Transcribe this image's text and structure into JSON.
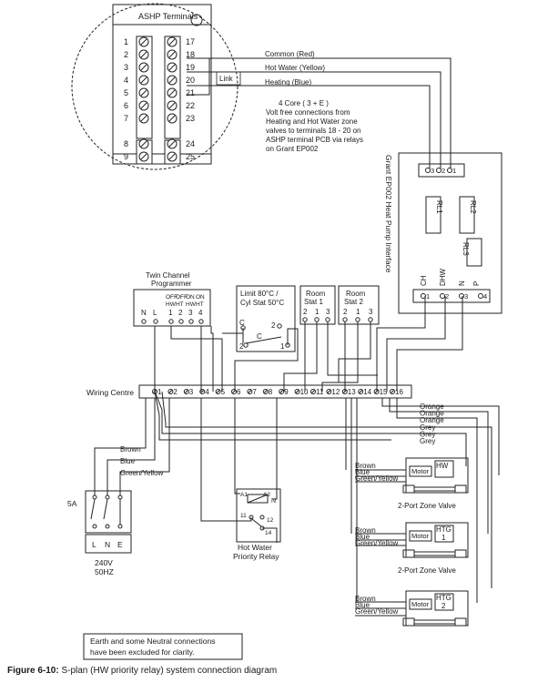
{
  "ashp": {
    "title": "ASHP Terminals",
    "left_nums": [
      "1",
      "2",
      "3",
      "4",
      "5",
      "6",
      "7",
      "8",
      "9"
    ],
    "right_nums": [
      "17",
      "18",
      "19",
      "20",
      "21",
      "22",
      "23",
      "24",
      "25"
    ],
    "link_label": "Link"
  },
  "cable_labels": {
    "common": "Common (Red)",
    "hot_water": "Hot Water (Yellow)",
    "heating": "Heating (Blue)"
  },
  "note_4core": [
    "4 Core ( 3 + E )",
    "Volt free connections from",
    "Heating and Hot Water zone",
    "valves to terminals 18 - 20 on",
    "ASHP terminal PCB via relays",
    "on Grant EP002"
  ],
  "interface": {
    "title": "Grant EP002 Heat Pump Interface",
    "top_terms": [
      "3",
      "2",
      "1"
    ],
    "relays": [
      "RL1",
      "RL2",
      "RL3"
    ],
    "bottom_labels": [
      "CH",
      "DHW",
      "N",
      "P"
    ],
    "bottom_terms": [
      "1",
      "2",
      "3",
      "4"
    ]
  },
  "programmer": {
    "title": [
      "Twin Channel",
      "Programmer"
    ],
    "top_labels": [
      "OFF",
      "OFF",
      "ON",
      "ON"
    ],
    "sub_labels": [
      "HW",
      "HT",
      "HW",
      "HT"
    ],
    "terms": [
      "N",
      "L",
      "1",
      "2",
      "3",
      "4"
    ]
  },
  "cyl_stat": {
    "title": [
      "Limit 80°C /",
      "Cyl Stat 50°C"
    ],
    "terms": [
      "C",
      "2",
      "C",
      "1"
    ]
  },
  "room_stat1": {
    "title": [
      "Room",
      "Stat 1"
    ],
    "terms": [
      "2",
      "1",
      "3"
    ]
  },
  "room_stat2": {
    "title": [
      "Room",
      "Stat 2"
    ],
    "terms": [
      "2",
      "1",
      "3"
    ]
  },
  "wiring_centre": {
    "label": "Wiring Centre",
    "terms": [
      "1",
      "2",
      "3",
      "4",
      "5",
      "6",
      "7",
      "8",
      "9",
      "10",
      "11",
      "12",
      "13",
      "14",
      "15",
      "16"
    ]
  },
  "wire_colours": [
    "Orange",
    "Orange",
    "Orange",
    "Grey",
    "Grey",
    "Grey"
  ],
  "supply": {
    "fuse": "5A",
    "terms": [
      "L",
      "N",
      "E"
    ],
    "voltage": "240V",
    "freq": "50HZ",
    "wires": [
      "Brown",
      "Blue",
      "Green/Yellow"
    ]
  },
  "relay": {
    "title": [
      "Hot Water",
      "Priority Relay"
    ],
    "labels": [
      "A1",
      "A2",
      "N",
      "11",
      "12",
      "14"
    ]
  },
  "valves": [
    {
      "tag": "HW",
      "motor": "Motor",
      "caption": "2-Port Zone Valve",
      "wires": [
        "Brown",
        "Blue",
        "Green/Yellow"
      ]
    },
    {
      "tag": "HTG\n1",
      "tag1": "HTG",
      "tag2": "1",
      "motor": "Motor",
      "caption": "2-Port Zone Valve",
      "wires": [
        "Brown",
        "Blue",
        "Green/Yellow"
      ]
    },
    {
      "tag1": "HTG",
      "tag2": "2",
      "motor": "Motor",
      "caption": "",
      "wires": [
        "Brown",
        "Blue",
        "Green/Yellow"
      ]
    }
  ],
  "footnote": [
    "Earth and some Neutral connections",
    "have been excluded for clarity."
  ],
  "caption": {
    "fig": "Figure 6-10:",
    "text": " S-plan (HW priority relay) system connection diagram"
  }
}
